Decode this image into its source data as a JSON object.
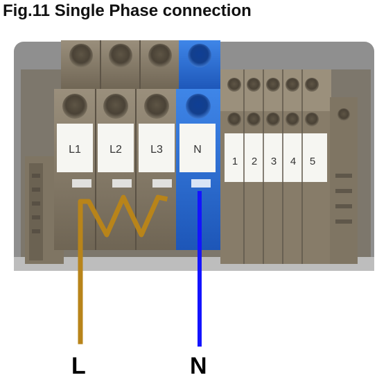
{
  "title": "Fig.11 Single Phase connection",
  "terminals": {
    "labels": [
      "L1",
      "L2",
      "L3",
      "N"
    ],
    "aux_labels": [
      "1",
      "2",
      "3",
      "4",
      "5"
    ]
  },
  "wires": {
    "live": {
      "label": "L",
      "color": "#b8841a"
    },
    "neutral": {
      "label": "N",
      "color": "#1414ff"
    }
  },
  "colors": {
    "terminal_body": "#8a7f6c",
    "terminal_shade": "#6f6554",
    "neutral_block": "#2e6fd6",
    "label_face": "#f6f6f2"
  }
}
